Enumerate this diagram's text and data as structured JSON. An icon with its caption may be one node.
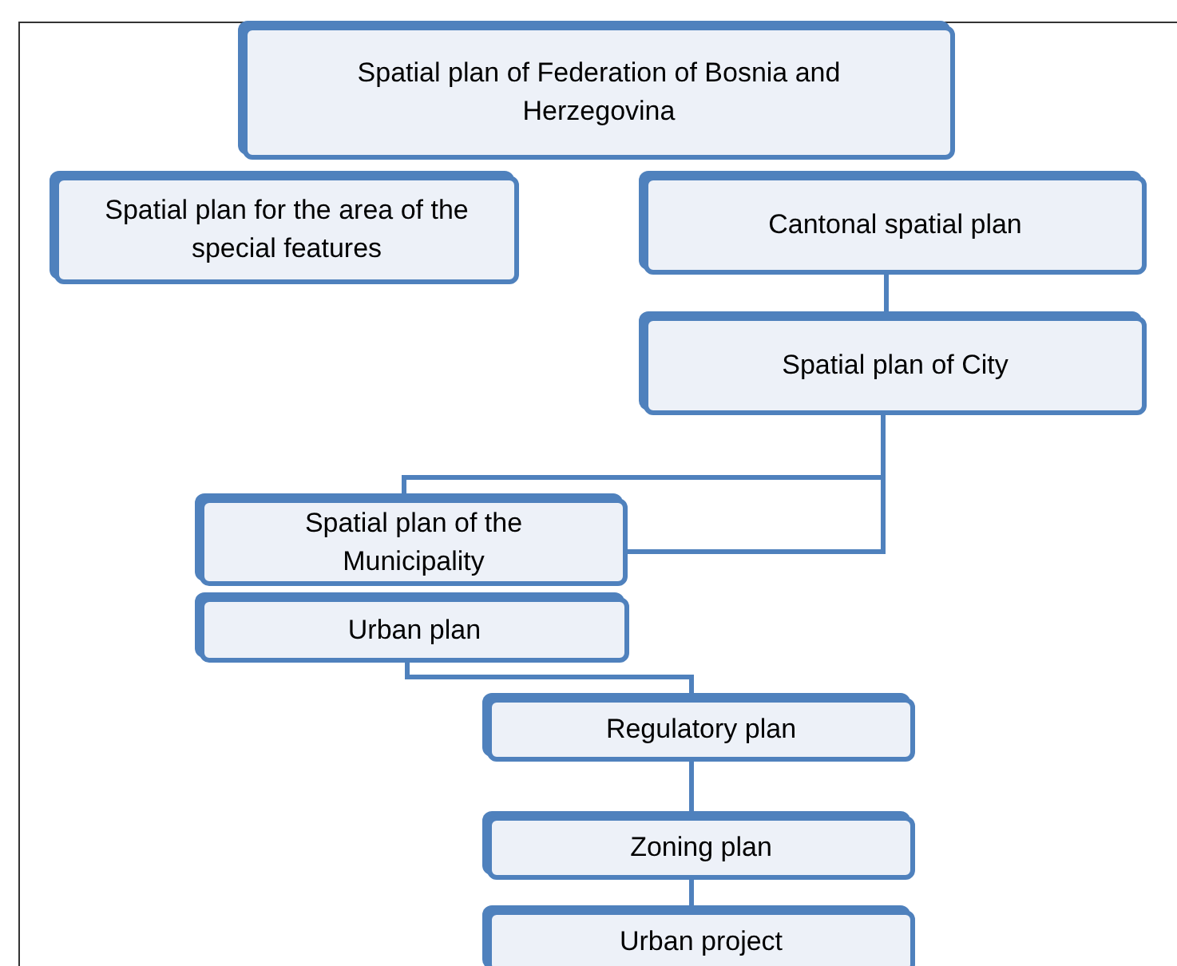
{
  "diagram": {
    "nodes": [
      {
        "text": [
          "Spatial plan of Federation of Bosnia and Herzegovina"
        ]
      },
      {
        "text": [
          "Spatial plan for the area of the special features"
        ]
      },
      {
        "text": [
          "Cantonal spatial plan"
        ]
      },
      {
        "text": [
          "Spatial  plan of  City"
        ]
      },
      {
        "text": [
          "Spatial plan of  the Municipality"
        ]
      },
      {
        "text": [
          "Urban plan"
        ]
      },
      {
        "text": [
          "Regulatory plan"
        ]
      },
      {
        "text": [
          "Zoning  plan"
        ]
      },
      {
        "text": [
          "Urban project"
        ]
      }
    ],
    "edges": [
      {
        "from": 2,
        "to": 3,
        "arrow": "none"
      },
      {
        "from": 3,
        "to": 4,
        "arrow": "none"
      },
      {
        "from": 3,
        "to": 4,
        "arrow": "none"
      },
      {
        "from": 5,
        "to": 6,
        "arrow": "none"
      },
      {
        "from": 6,
        "to": 7,
        "arrow": "none"
      },
      {
        "from": 7,
        "to": 8,
        "arrow": "none"
      }
    ]
  }
}
